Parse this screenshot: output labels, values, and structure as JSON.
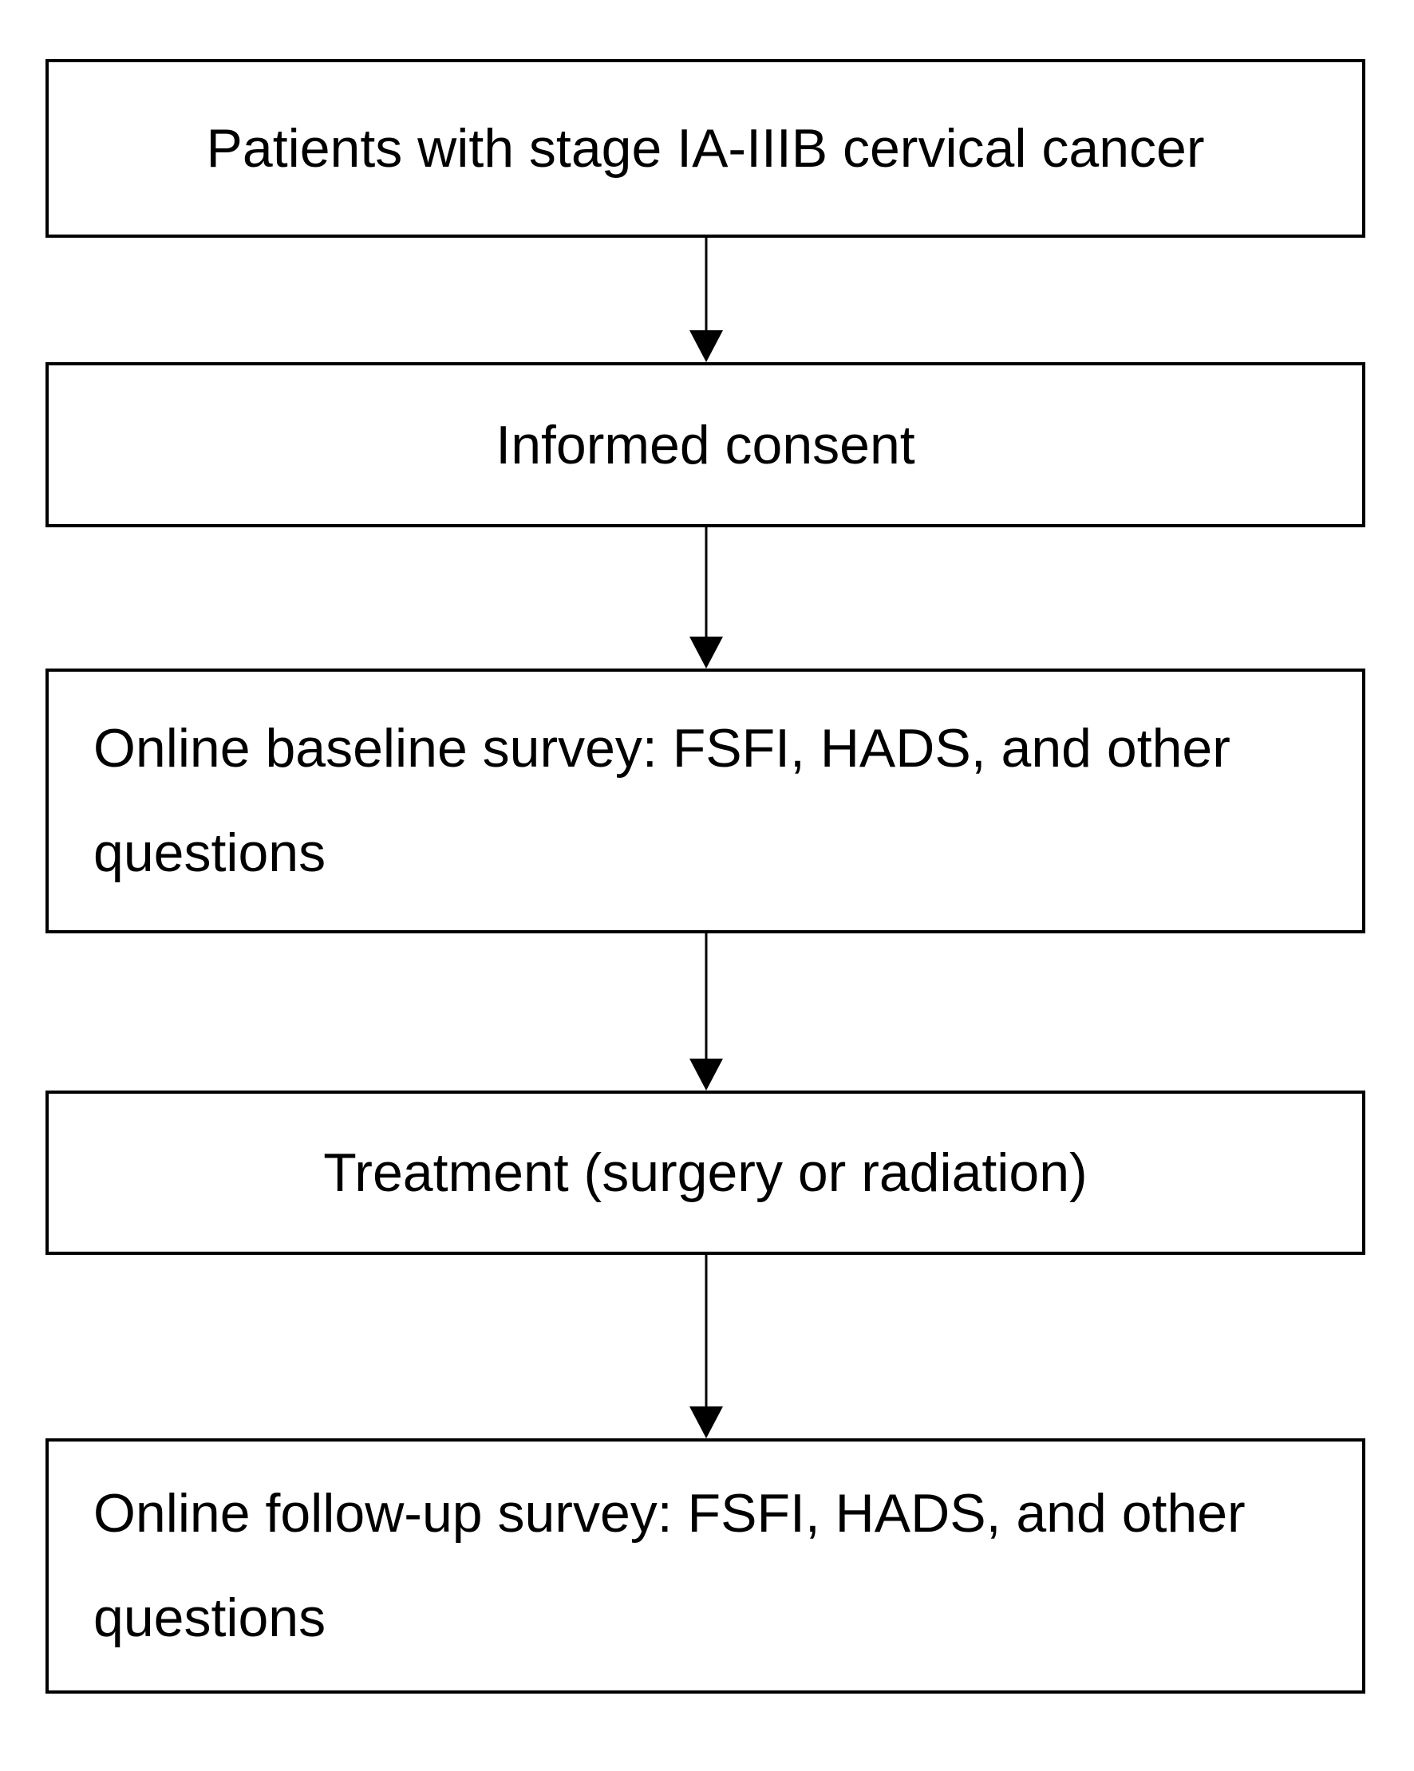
{
  "flowchart": {
    "steps": [
      {
        "id": "step-1",
        "label": "Patients with stage IA-IIIB cervical cancer"
      },
      {
        "id": "step-2",
        "label": "Informed consent"
      },
      {
        "id": "step-3",
        "label": "Online baseline survey: FSFI, HADS, and other questions"
      },
      {
        "id": "step-4",
        "label": "Treatment (surgery or radiation)"
      },
      {
        "id": "step-5",
        "label": "Online follow-up survey: FSFI, HADS, and other questions"
      }
    ],
    "colors": {
      "stroke": "#000000",
      "fill": "#ffffff",
      "text": "#000000"
    }
  }
}
